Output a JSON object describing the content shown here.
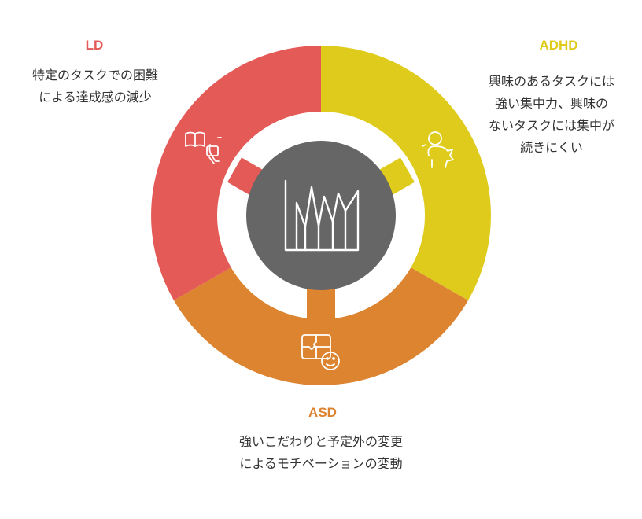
{
  "colors": {
    "ld": "#e45a57",
    "adhd": "#dfcb1c",
    "asd": "#dd8431",
    "center": "#666666",
    "icon_stroke": "#ffffff",
    "text": "#333333"
  },
  "segments": {
    "ld": {
      "label": "LD",
      "description": "特定のタスクでの困難\nによる達成感の減少",
      "icon": "book-and-brain-icon"
    },
    "adhd": {
      "label": "ADHD",
      "description": "興味のあるタスクには\n強い集中力、興味の\nないタスクには集中が\n続きにくい",
      "icon": "head-focus-icon"
    },
    "asd": {
      "label": "ASD",
      "description": "強いこだわりと予定外の変更\nによるモチベーションの変動",
      "icon": "puzzle-face-icon"
    }
  },
  "center": {
    "icon": "fluctuating-line-chart-icon"
  }
}
